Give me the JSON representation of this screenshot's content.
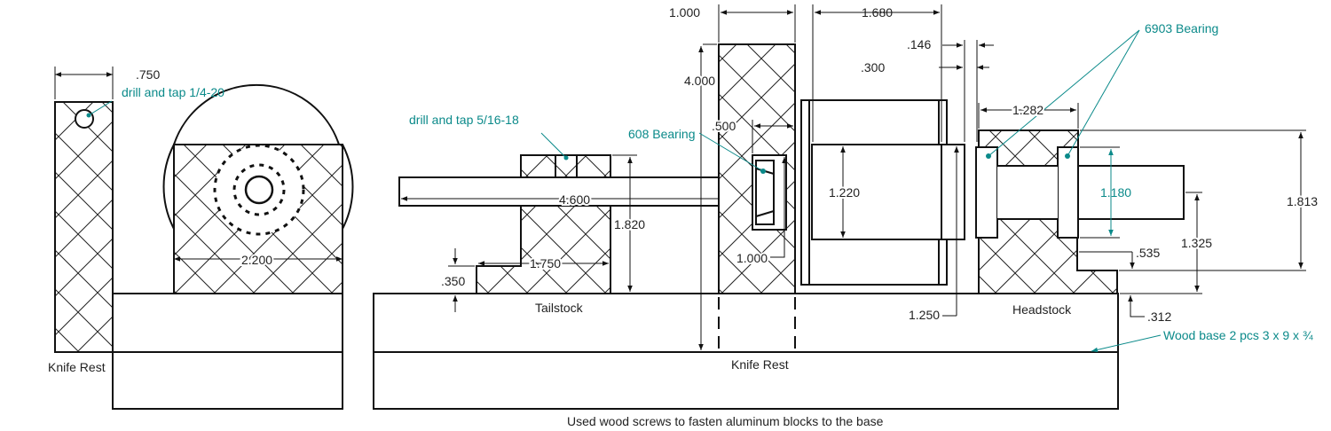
{
  "labels": {
    "knife_rest_left": "Knife Rest",
    "knife_rest_center": "Knife Rest",
    "tailstock": "Tailstock",
    "headstock": "Headstock",
    "footer_note": "Used wood screws to fasten aluminum blocks to the base"
  },
  "notes": {
    "drill_tap_left": "drill and tap 1/4-20",
    "drill_tap_tailstock": "drill and tap 5/16-18",
    "bearing_608": "608 Bearing",
    "bearing_6903": "6903 Bearing",
    "wood_base": "Wood base 2 pcs 3 x 9 x ¾"
  },
  "dimensions": {
    "d750": ".750",
    "d2200": "2.200",
    "d4600": "4.600",
    "d1820": "1.820",
    "d1750": "1.750",
    "d350": ".350",
    "d1000_top": "1.000",
    "d4000": "4.000",
    "d500": ".500",
    "d1000_mid": "1.000",
    "d1680": "1.680",
    "d146": ".146",
    "d300": ".300",
    "d1220": "1.220",
    "d1250": "1.250",
    "d1282": "1.282",
    "d1180": "1.180",
    "d1813": "1.813",
    "d1325": "1.325",
    "d535": ".535",
    "d312": ".312"
  }
}
